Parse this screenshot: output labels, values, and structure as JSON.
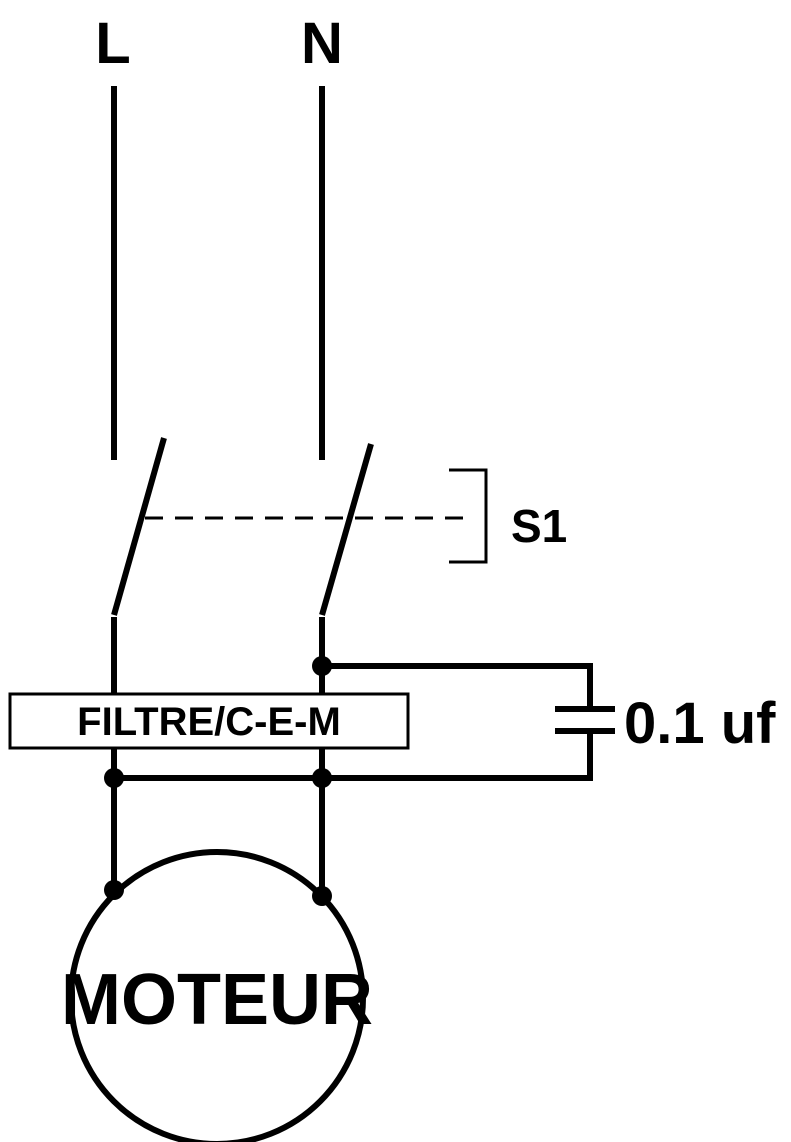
{
  "terminals": {
    "line": "L",
    "neutral": "N"
  },
  "switch": {
    "label": "S1"
  },
  "filter": {
    "label": "FILTRE/C-E-M"
  },
  "capacitor": {
    "label": "0.1 uf"
  },
  "motor": {
    "label": "MOTEUR"
  }
}
